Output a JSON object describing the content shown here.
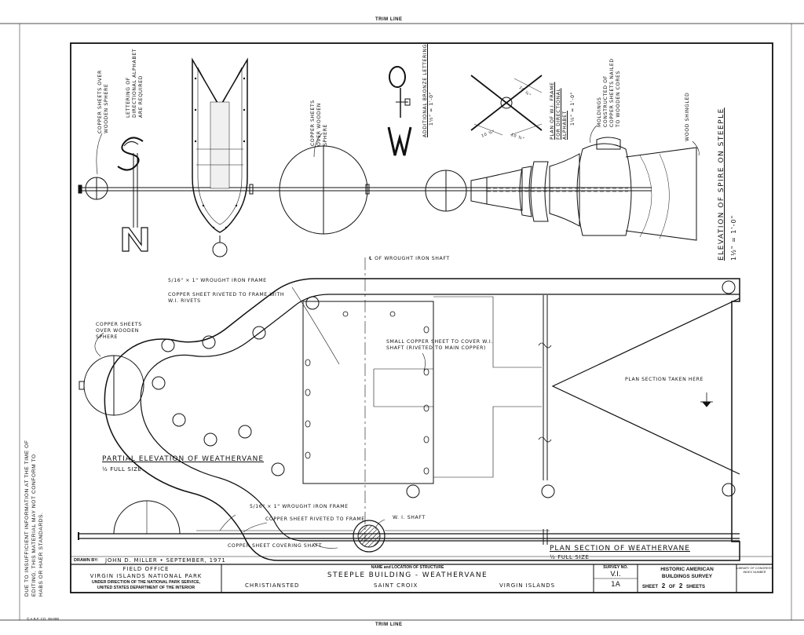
{
  "trim_line_top": "TRIM LINE",
  "trim_line_bottom": "TRIM LINE",
  "side_note": "DUE TO INSUFFICIENT INFORMATION AT THE TIME OF EDITING, THIS MATERIAL MAY NOT CONFORM TO HABS OR HAER STANDARDS.",
  "printer_mark": "© A.B.F. CO. 39-008",
  "upper": {
    "copper_sheets_over_wooden_sphere": "COPPER SHEETS OVER WOODEN SPHERE",
    "lettering_of_directional_alphabet": "LETTERING OF DIRECTIONAL ALPHABET ARE REQUIRED",
    "copper_sheets_over_wooden_sphere_2": "COPPER SHEETS OVER WOODEN SPHERE",
    "additional_bronze_lettering": "ADDITIONAL BRONZE LETTERING",
    "additional_scale": "1½\" = 1'-0\"",
    "plan_of_frame": "PLAN OF W.I. FRAME FOR DIRECTIONAL ALPHABET",
    "plan_scale": "1½\" = 1'-0\"",
    "dim_1": "10 ¾\"",
    "dim_2": "10 ¾\"",
    "dim_3": "10 ¾\"",
    "moldings_note": "MOLDINGS CONSTRUCTED OF COPPER SHEETS NAILED TO WOODEN CORES",
    "wood_shingled": "WOOD SHINGLED",
    "elevation_title": "ELEVATION OF SPIRE ON STEEPLE",
    "elevation_scale": "1½\" = 1'-0\""
  },
  "lower": {
    "centerline_shaft": "℄ OF WROUGHT IRON SHAFT",
    "frame_label": "5/16\" × 1\" WROUGHT IRON FRAME",
    "riveted_note": "COPPER SHEET RIVETED TO FRAME WITH W.I. RIVETS",
    "sphere_note": "COPPER SHEETS OVER WOODEN SPHERE",
    "small_sheet_note": "SMALL COPPER SHEET TO COVER W.I. SHAFT (RIVETED TO MAIN COPPER)",
    "plan_section_taken": "PLAN SECTION TAKEN HERE",
    "partial_elevation_title": "PARTIAL ELEVATION OF WEATHERVANE",
    "partial_elevation_scale": "½ FULL SIZE",
    "section_frame_label": "5/16\" × 1\" WROUGHT IRON FRAME",
    "section_riveted": "COPPER SHEET RIVETED TO FRAME",
    "wi_shaft": "W. I. SHAFT",
    "covering_shaft": "COPPER SHEET COVERING SHAFT",
    "plan_section_title": "PLAN SECTION OF WEATHERVANE",
    "plan_section_scale": "½ FULL SIZE"
  },
  "title_block": {
    "drawn_by_label": "DRAWN BY:",
    "drawn_by_value": "JOHN D. MILLER • SEPTEMBER, 1971",
    "field_office": "FIELD OFFICE",
    "park": "VIRGIN ISLANDS NATIONAL PARK",
    "direction_1": "UNDER DIRECTION OF THE NATIONAL PARK SERVICE,",
    "direction_2": "UNITED STATES DEPARTMENT OF THE INTERIOR",
    "name_location_label": "NAME and LOCATION OF STRUCTURE",
    "structure_name": "STEEPLE BUILDING - WEATHERVANE",
    "town": "CHRISTIANSTED",
    "island": "SAINT CROIX",
    "territory": "VIRGIN ISLANDS",
    "survey_no_label": "SURVEY NO.",
    "survey_no_1": "V.I.",
    "survey_no_2": "1A",
    "habs_1": "HISTORIC AMERICAN",
    "habs_2": "BUILDINGS SURVEY",
    "sheet_label": "SHEET",
    "sheet_no": "2",
    "of_label": "OF",
    "sheet_total": "2",
    "sheets_label": "SHEETS",
    "loc_1": "LIBRARY OF CONGRESS",
    "loc_2": "INDEX NUMBER"
  }
}
